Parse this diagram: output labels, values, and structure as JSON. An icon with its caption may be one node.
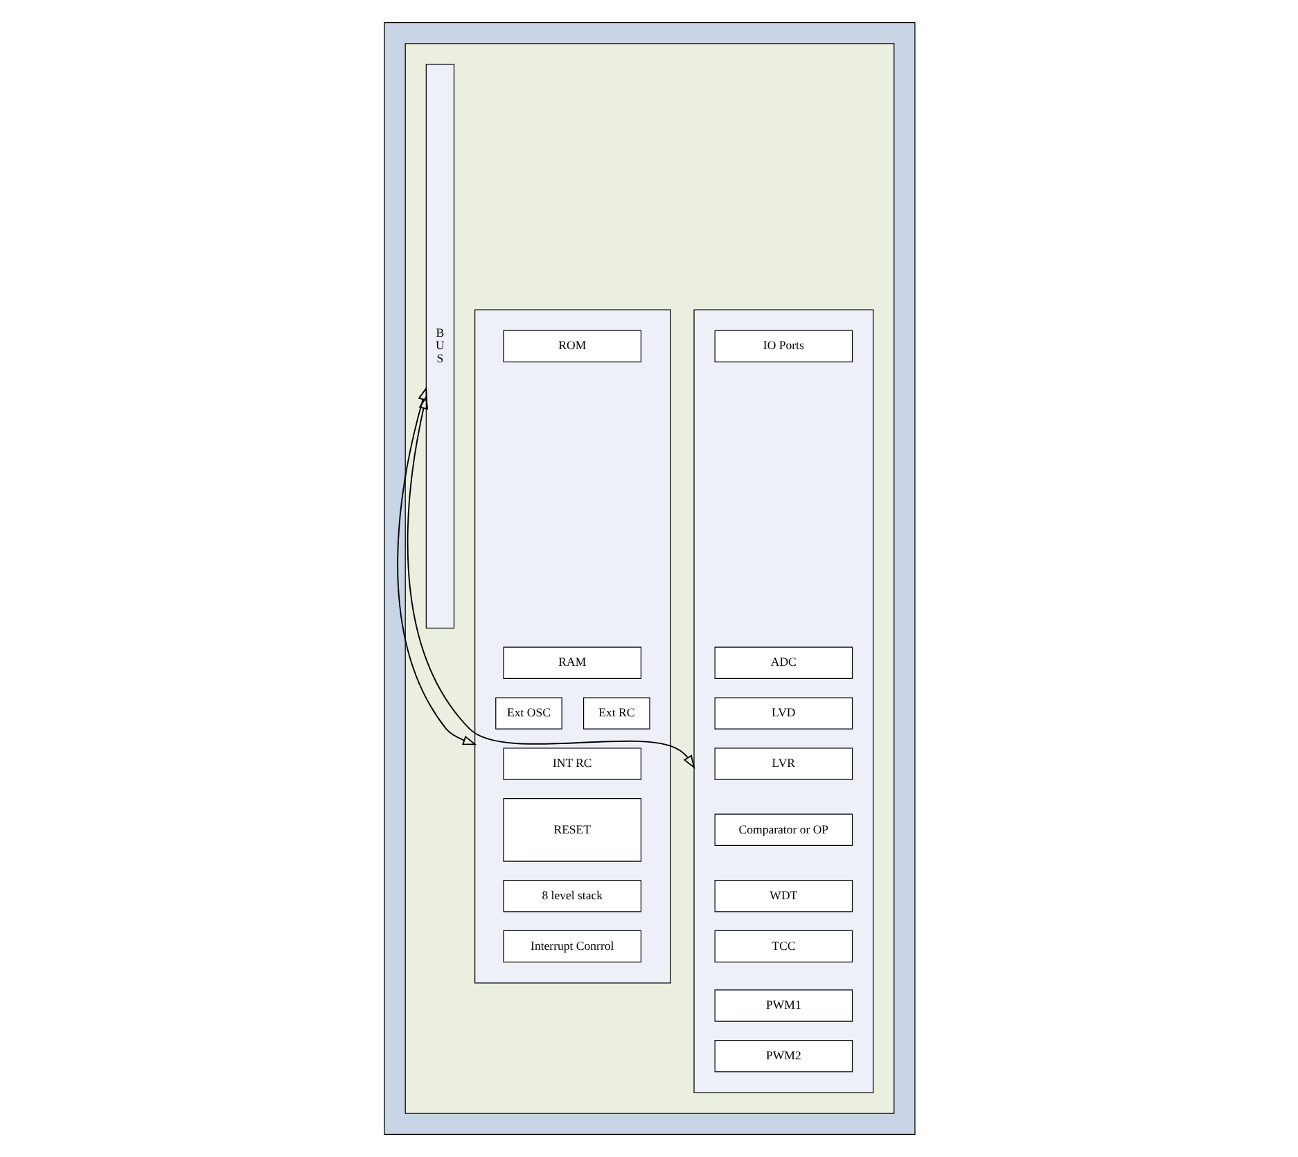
{
  "diagram": {
    "nodes": [
      {
        "text": [],
        "shape": "box"
      },
      {
        "text": [],
        "shape": "box",
        "in": 0
      },
      {
        "text": [],
        "shape": "box",
        "in": 1
      },
      {
        "text": [
          "ROM"
        ],
        "in": 2
      },
      {
        "text": [
          "RAM"
        ],
        "in": 2
      },
      {
        "text": [
          "Ext OSC"
        ],
        "in": 2
      },
      {
        "text": [
          "Ext RC"
        ],
        "in": 2
      },
      {
        "text": [
          "INT RC"
        ],
        "in": 2
      },
      {
        "text": [
          "RESET"
        ],
        "in": 2
      },
      {
        "text": [
          "8 level stack"
        ],
        "in": 2
      },
      {
        "text": [
          "Interrupt Conrrol"
        ],
        "in": 2
      },
      {
        "text": [
          "BUS"
        ],
        "in": 1
      },
      {
        "text": [],
        "shape": "box",
        "in": 1
      },
      {
        "text": [
          "IO Ports"
        ],
        "in": 12
      },
      {
        "text": [
          "ADC"
        ],
        "in": 12
      },
      {
        "text": [
          "LVD"
        ],
        "in": 12
      },
      {
        "text": [
          "LVR"
        ],
        "in": 12
      },
      {
        "text": [
          "Comparator or OP"
        ],
        "in": 12
      },
      {
        "text": [
          "WDT"
        ],
        "in": 12
      },
      {
        "text": [
          "TCC"
        ],
        "in": 12
      },
      {
        "text": [
          "PWM1"
        ],
        "in": 12
      },
      {
        "text": [
          "PWM2"
        ],
        "in": 12
      }
    ],
    "edges": [
      {
        "from": 2,
        "to": 11,
        "arrow": "both"
      },
      {
        "from": 11,
        "to": 12,
        "arrow": "both"
      }
    ]
  }
}
